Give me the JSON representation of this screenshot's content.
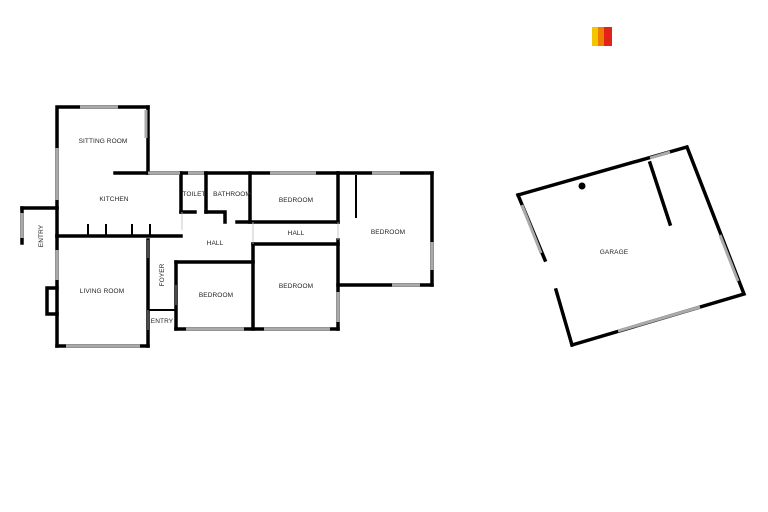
{
  "rooms": {
    "sitting_room": "SITTING ROOM",
    "kitchen": "KITCHEN",
    "toilet": "TOILET",
    "bathroom": "BATHROOM",
    "bedroom_1": "BEDROOM",
    "bedroom_main": "BEDROOM",
    "hall_1": "HALL",
    "hall_2": "HALL",
    "entry_left": "ENTRY",
    "living_room": "LIVING ROOM",
    "foyer": "FOYER",
    "entry_front": "ENTRY",
    "bedroom_3": "BEDROOM",
    "bedroom_2": "BEDROOM",
    "garage": "GARAGE"
  },
  "logo": {
    "colors": [
      "#f5c400",
      "#ef7d00",
      "#e2231a"
    ]
  }
}
